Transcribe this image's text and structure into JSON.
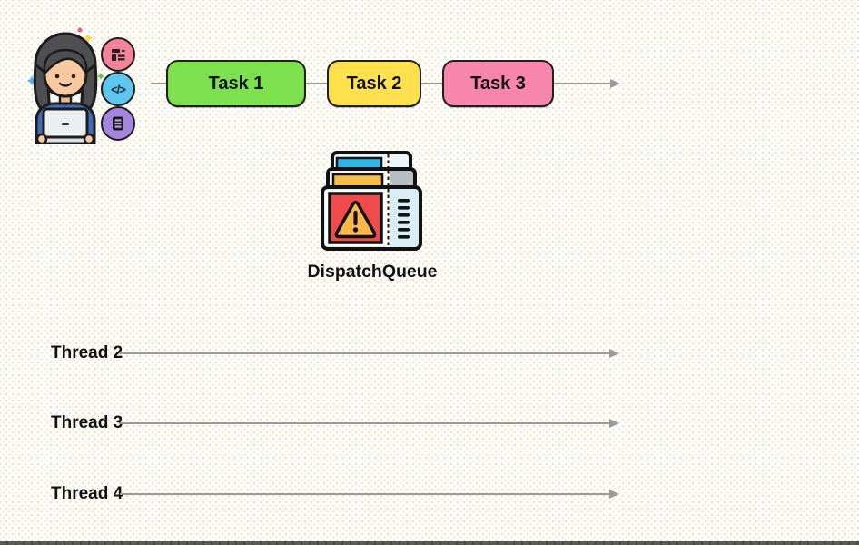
{
  "canvas": {
    "background_color": "#fffefb",
    "dot_colors": [
      "#f0efae",
      "#dcdcf5"
    ],
    "bottom_bar_color": "#54554b"
  },
  "illustration": {
    "description": "woman developer with laptop",
    "badges": [
      {
        "icon": "form-icon",
        "bg_color": "#f2839a"
      },
      {
        "icon": "code-icon",
        "bg_color": "#5ec5ee",
        "glyph": "</>"
      },
      {
        "icon": "stack-icon",
        "bg_color": "#a385de"
      }
    ]
  },
  "task_timeline": {
    "arrow_color": "#9a9a9a",
    "tasks": [
      {
        "label": "Task 1",
        "fill_color": "#7de14e"
      },
      {
        "label": "Task 2",
        "fill_color": "#ffe14d"
      },
      {
        "label": "Task 3",
        "fill_color": "#f885ac"
      }
    ]
  },
  "dispatch_queue": {
    "label": "DispatchQueue",
    "icon": "ticket-stack-warning-icon",
    "icon_colors": {
      "front": "#ef4b4b",
      "middle": "#f7bd4b",
      "back": "#2ab9ea",
      "triangle": "#fcb84a"
    }
  },
  "threads": [
    {
      "label": "Thread 2"
    },
    {
      "label": "Thread 3"
    },
    {
      "label": "Thread 4"
    }
  ]
}
